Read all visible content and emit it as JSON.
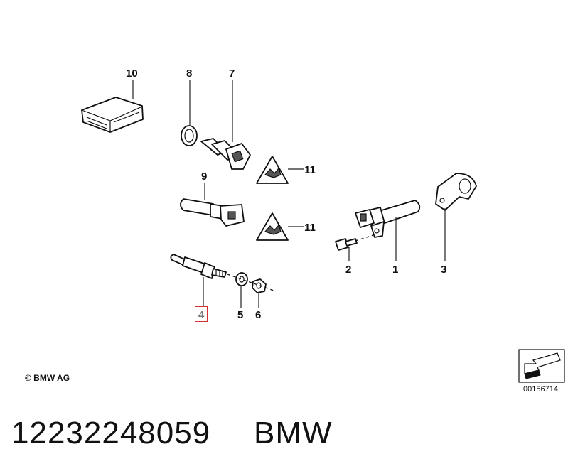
{
  "callouts": {
    "c1": "1",
    "c2": "2",
    "c3": "3",
    "c4": "4",
    "c5": "5",
    "c6": "6",
    "c7": "7",
    "c8": "8",
    "c9": "9",
    "c10": "10",
    "c11a": "11",
    "c11b": "11"
  },
  "highlighted_callout": "4",
  "copyright": "© BMW AG",
  "reference_number": "00156714",
  "part_number": "12232248059",
  "brand": "BMW",
  "colors": {
    "highlight": "#d32f2f",
    "line": "#111111",
    "background": "#ffffff"
  }
}
